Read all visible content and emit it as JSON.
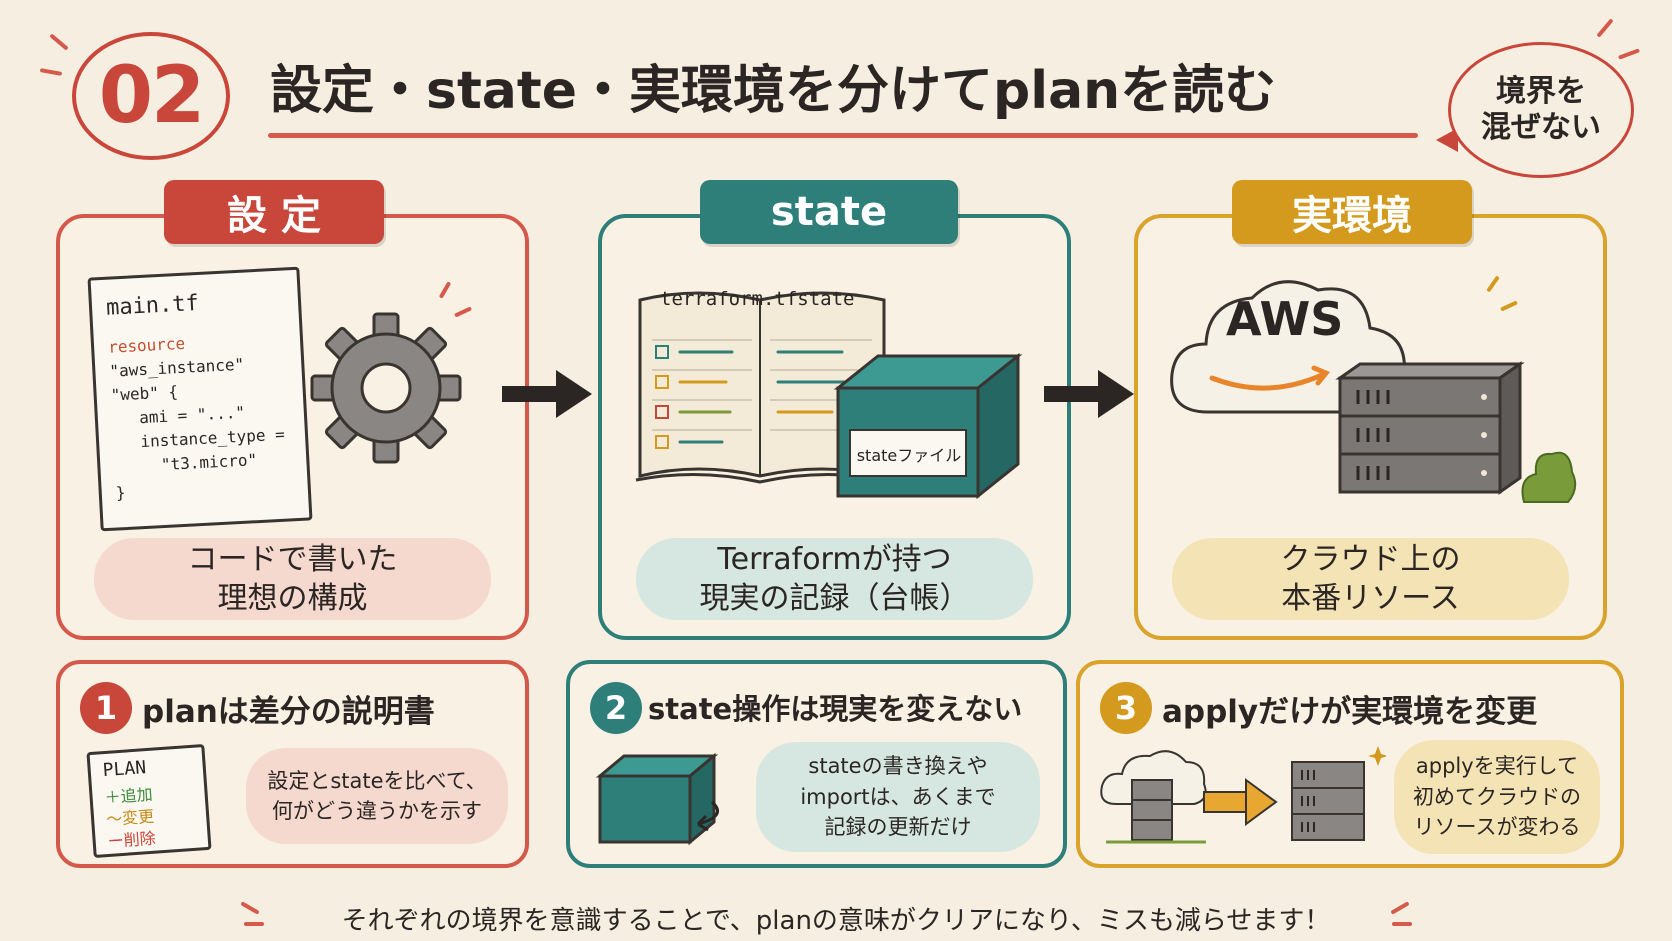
{
  "header": {
    "number": "02",
    "title": "設定・state・実環境を分けてplanを読む",
    "bubble_line1": "境界を",
    "bubble_line2": "混ぜない"
  },
  "columns": [
    {
      "label": "設 定",
      "caption_line1": "コードで書いた",
      "caption_line2": "理想の構成",
      "color": "#c9463a"
    },
    {
      "label": "state",
      "caption_line1": "Terraformが持つ",
      "caption_line2": "現実の記録（台帳）",
      "color": "#2e7f7a"
    },
    {
      "label": "実環境",
      "caption_line1": "クラウド上の",
      "caption_line2": "本番リソース",
      "color": "#d39a1e"
    }
  ],
  "code_doc": {
    "filename": "main.tf",
    "lines": [
      "resource",
      "\"aws_instance\"",
      "\"web\" {",
      "  ami = \"...\"",
      "  instance_type =",
      "    \"t3.micro\"",
      "}"
    ]
  },
  "state_book": {
    "title": "terraform.tfstate",
    "box_label": "stateファイル"
  },
  "cloud": {
    "provider": "AWS"
  },
  "cards": [
    {
      "number": "1",
      "title": "planは差分の説明書",
      "plan_doc_title": "PLAN",
      "plan_items": [
        "＋追加",
        "～変更",
        "ー削除"
      ],
      "text_line1": "設定とstateを比べて、",
      "text_line2": "何がどう違うかを示す",
      "color": "#c9463a"
    },
    {
      "number": "2",
      "title": "state操作は現実を変えない",
      "text_line1": "stateの書き換えや",
      "text_line2": "importは、あくまで",
      "text_line3": "記録の更新だけ",
      "color": "#2e7f7a"
    },
    {
      "number": "3",
      "title": "applyだけが実環境を変更",
      "text_line1": "applyを実行して",
      "text_line2": "初めてクラウドの",
      "text_line3": "リソースが変わる",
      "color": "#d39a1e"
    }
  ],
  "footer": "それぞれの境界を意識することで、planの意味がクリアになり、ミスも減らせます！"
}
